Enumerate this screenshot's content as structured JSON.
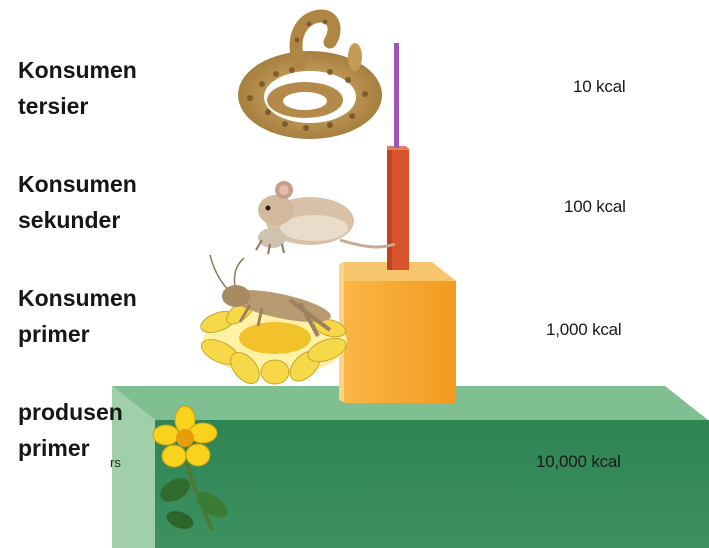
{
  "levels": [
    {
      "label": "Konsumen\ntersier",
      "energy": "10 kcal",
      "icon": "snake-icon"
    },
    {
      "label": "Konsumen\nsekunder",
      "energy": "100 kcal",
      "icon": "mouse-icon"
    },
    {
      "label": "Konsumen\nprimer",
      "energy": "1,000 kcal",
      "icon": "grasshopper-icon"
    },
    {
      "label": "produsen\nprimer",
      "energy": "10,000 kcal",
      "icon": "flower-icon"
    }
  ],
  "residual_text": "rs",
  "colors": {
    "producer_block": "#4f9a6e",
    "primary_block": "#f7a630",
    "secondary_block": "#d8552f",
    "tertiary_block": "#9c59b8"
  }
}
